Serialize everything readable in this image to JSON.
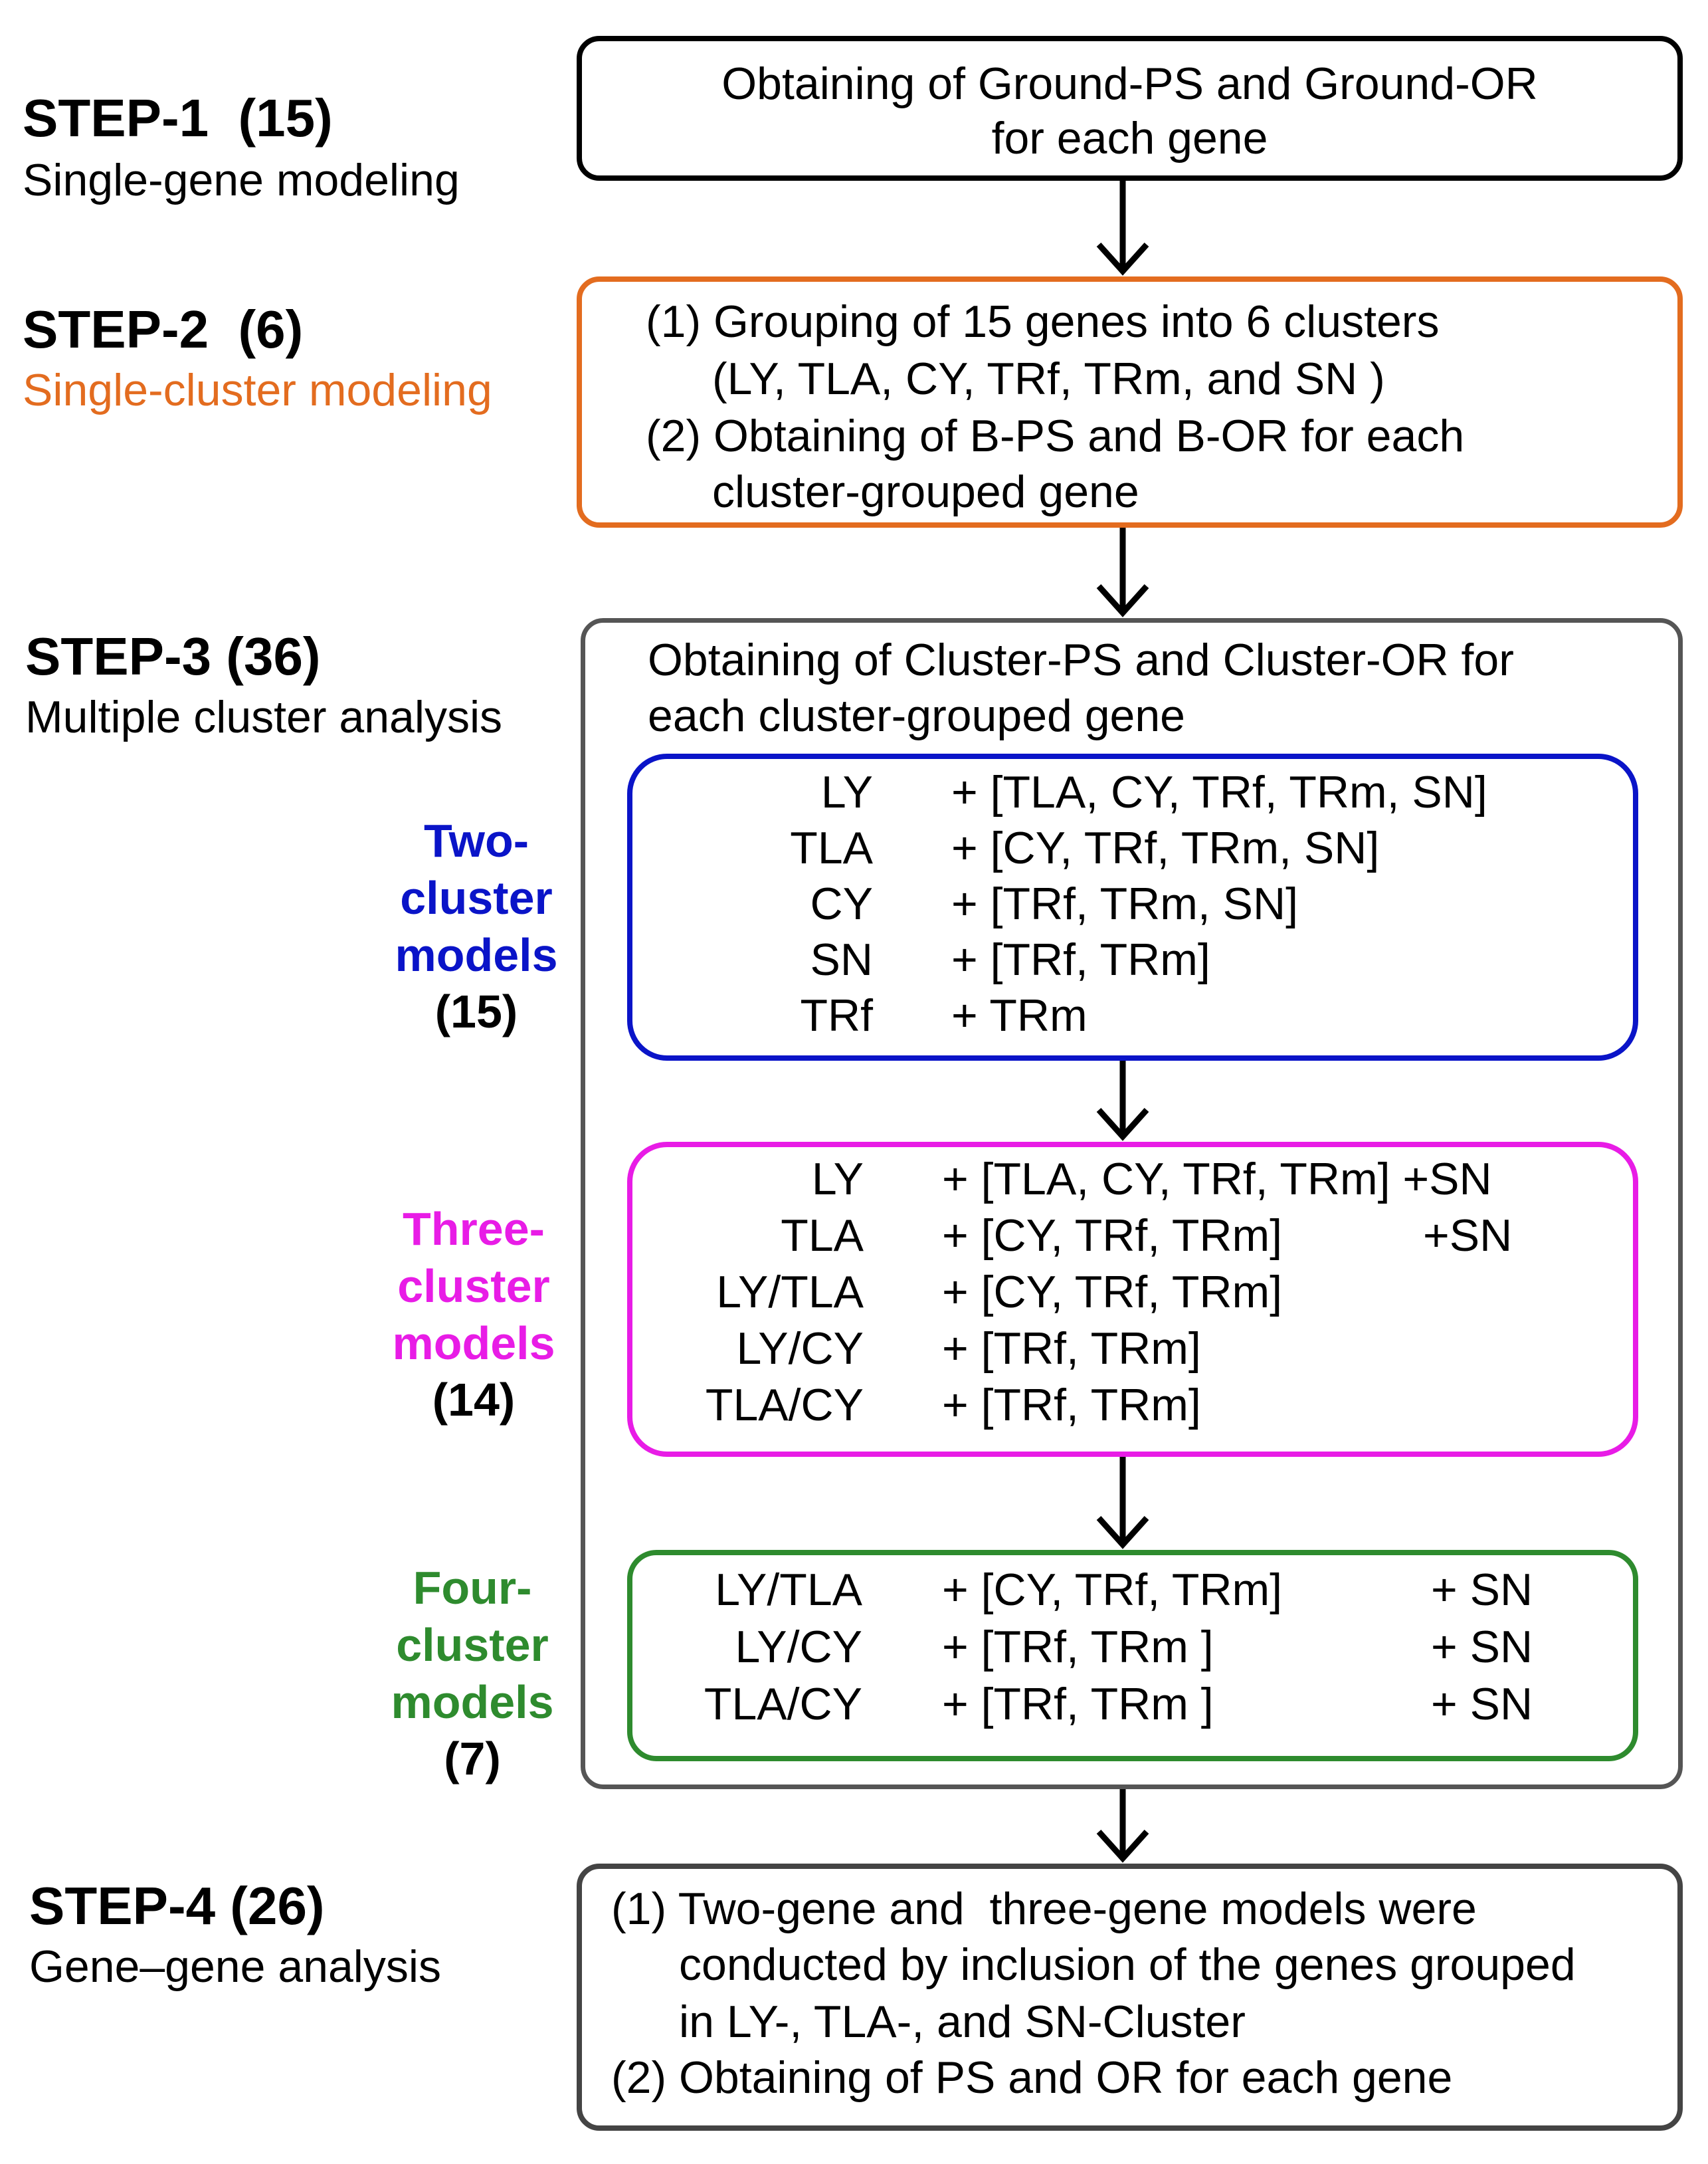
{
  "steps": [
    {
      "title": "STEP-1  (15)",
      "subtitle": "Single-gene modeling",
      "subtitle_color": "#000000"
    },
    {
      "title": "STEP-2  (6)",
      "subtitle": "Single-cluster modeling",
      "subtitle_color": "#E36C1F"
    },
    {
      "title": "STEP-3 (36)",
      "subtitle": "Multiple cluster analysis",
      "subtitle_color": "#000000"
    },
    {
      "title": "STEP-4 (26)",
      "subtitle": "Gene–gene analysis",
      "subtitle_color": "#000000"
    }
  ],
  "box1": {
    "line1": "Obtaining of Ground-PS and Ground-OR",
    "line2": "for each gene"
  },
  "box2": {
    "line1": "(1) Grouping of 15 genes into 6 clusters",
    "line2": "(LY, TLA, CY, TRf, TRm, and SN )",
    "line3": "(2) Obtaining of B-PS and B-OR for each",
    "line4": "cluster-grouped gene",
    "border_color": "#E36C1F"
  },
  "box3": {
    "line1": "Obtaining of Cluster-PS and Cluster-OR for",
    "line2": "each cluster-grouped gene"
  },
  "two_cluster": {
    "label1": "Two-",
    "label2": "cluster",
    "label3": "models",
    "count": "(15)",
    "color": "#0A14C8",
    "rows": [
      {
        "left": "LY",
        "right": "+ [TLA, CY, TRf, TRm, SN]",
        "extra": ""
      },
      {
        "left": "TLA",
        "right": "+ [CY, TRf, TRm, SN]",
        "extra": ""
      },
      {
        "left": "CY",
        "right": "+ [TRf, TRm, SN]",
        "extra": ""
      },
      {
        "left": "SN",
        "right": "+ [TRf, TRm]",
        "extra": ""
      },
      {
        "left": "TRf",
        "right": "+ TRm",
        "extra": ""
      }
    ]
  },
  "three_cluster": {
    "label1": "Three-",
    "label2": "cluster",
    "label3": "models",
    "count": "(14)",
    "color": "#E81CE6",
    "rows": [
      {
        "left": "LY",
        "right": "+ [TLA, CY, TRf, TRm] +SN",
        "extra": ""
      },
      {
        "left": "TLA",
        "right": "+ [CY, TRf, TRm]",
        "extra": "+SN"
      },
      {
        "left": "LY/TLA",
        "right": "+ [CY, TRf, TRm]",
        "extra": ""
      },
      {
        "left": "LY/CY",
        "right": "+ [TRf, TRm]",
        "extra": ""
      },
      {
        "left": "TLA/CY",
        "right": "+ [TRf, TRm]",
        "extra": ""
      }
    ]
  },
  "four_cluster": {
    "label1": "Four-",
    "label2": "cluster",
    "label3": "models",
    "count": "(7)",
    "color": "#2E8B2E",
    "rows": [
      {
        "left": "LY/TLA",
        "right": "+ [CY, TRf, TRm]",
        "extra": "+ SN"
      },
      {
        "left": "LY/CY",
        "right": "+ [TRf, TRm ]",
        "extra": "+ SN"
      },
      {
        "left": "TLA/CY",
        "right": "+ [TRf, TRm ]",
        "extra": "+ SN"
      }
    ]
  },
  "box4": {
    "line1": "(1) Two-gene and  three-gene models were",
    "line2": "conducted by inclusion of the genes grouped",
    "line3": "in LY-, TLA-, and SN-Cluster",
    "line4": "(2) Obtaining of PS and OR for each gene"
  }
}
